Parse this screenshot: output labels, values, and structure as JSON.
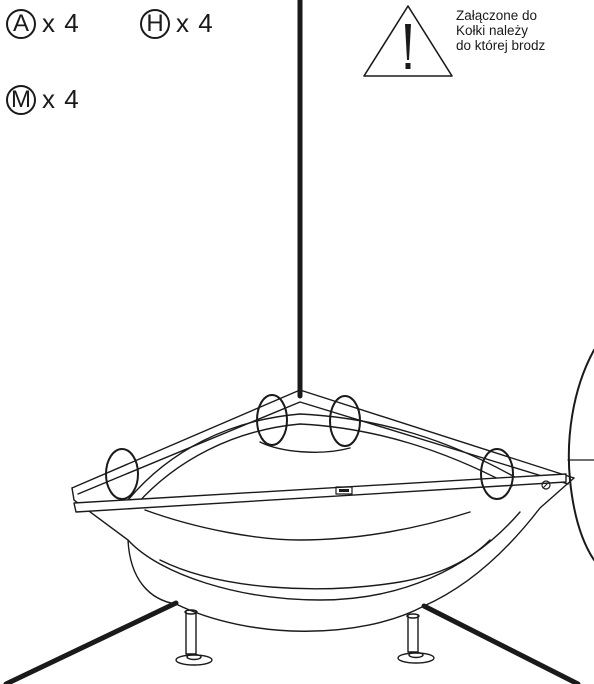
{
  "parts": [
    {
      "letter": "A",
      "qty": "x 4"
    },
    {
      "letter": "H",
      "qty": "x 4"
    },
    {
      "letter": "M",
      "qty": "x 4"
    }
  ],
  "warning": {
    "icon": "warning-triangle-icon",
    "lines": [
      "Załączone do",
      "Kołki   należy",
      "do której brodz"
    ]
  },
  "colors": {
    "ink": "#1a1a1a",
    "background": "#ffffff"
  }
}
